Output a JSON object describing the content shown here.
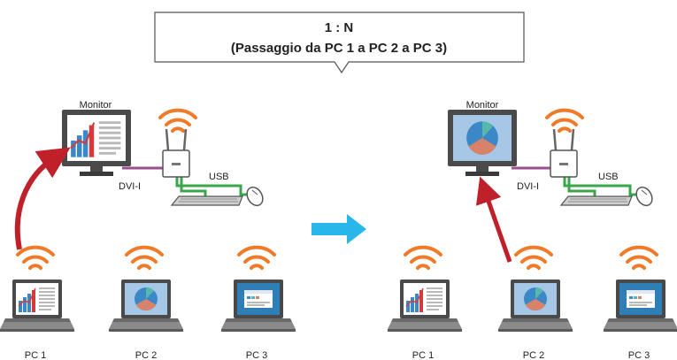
{
  "callout": {
    "line1": "1 : N",
    "line2": "(Passaggio da PC 1 a PC 2 a PC 3)"
  },
  "left_scene": {
    "monitor_label": "Monitor",
    "dvi_label": "DVI-I",
    "usb_label": "USB",
    "monitor_shows": "chart-screen",
    "pcs": [
      {
        "label": "PC 1",
        "screen": "chart-screen"
      },
      {
        "label": "PC 2",
        "screen": "pie-screen"
      },
      {
        "label": "PC 3",
        "screen": "window-screen"
      }
    ]
  },
  "right_scene": {
    "monitor_label": "Monitor",
    "dvi_label": "DVI-I",
    "usb_label": "USB",
    "monitor_shows": "pie-screen",
    "pcs": [
      {
        "label": "PC 1",
        "screen": "chart-screen"
      },
      {
        "label": "PC 2",
        "screen": "pie-screen"
      },
      {
        "label": "PC 3",
        "screen": "window-screen"
      }
    ]
  },
  "colors": {
    "wifi": "#f07a28",
    "switch_arrow": "#c0202a",
    "transition_arrow": "#29b6e8",
    "dvi_cable": "#9b4f8c",
    "usb_cable": "#3aa64a",
    "device_body": "#555555",
    "pie_blue": "#3a88c8",
    "pie_orange": "#d9826a",
    "pie_teal": "#58b7a9"
  }
}
